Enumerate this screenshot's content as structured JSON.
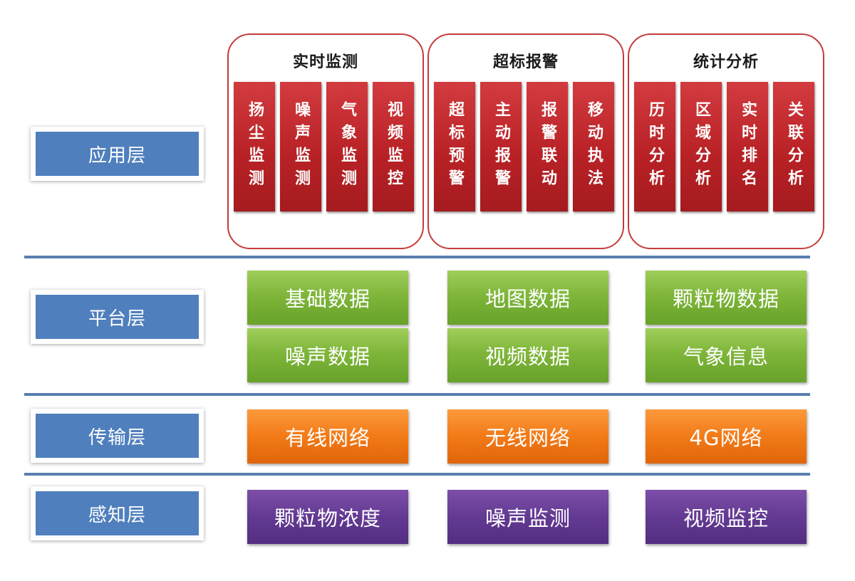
{
  "layers": [
    {
      "label": "应用层"
    },
    {
      "label": "平台层"
    },
    {
      "label": "传输层"
    },
    {
      "label": "感知层"
    }
  ],
  "application": {
    "groups": [
      {
        "title": "实时监测",
        "items": [
          "扬尘监测",
          "噪声监测",
          "气象监测",
          "视频监控"
        ]
      },
      {
        "title": "超标报警",
        "items": [
          "超标预警",
          "主动报警",
          "报警联动",
          "移动执法"
        ]
      },
      {
        "title": "统计分析",
        "items": [
          "历时分析",
          "区域分析",
          "实时排名",
          "关联分析"
        ]
      }
    ]
  },
  "platform": {
    "items": [
      "基础数据",
      "地图数据",
      "颗粒物数据",
      "噪声数据",
      "视频数据",
      "气象信息"
    ]
  },
  "transport": {
    "items": [
      "有线网络",
      "无线网络",
      "4G网络"
    ]
  },
  "perception": {
    "items": [
      "颗粒物浓度",
      "噪声监测",
      "视频监控"
    ]
  },
  "colors": {
    "layer_label": "#4f7fbd",
    "separator": "#5a7fb0",
    "application_card": "#b92226",
    "group_border": "#c43c3c",
    "platform": "#7fb63a",
    "transport": "#f27a17",
    "perception": "#633a93"
  }
}
